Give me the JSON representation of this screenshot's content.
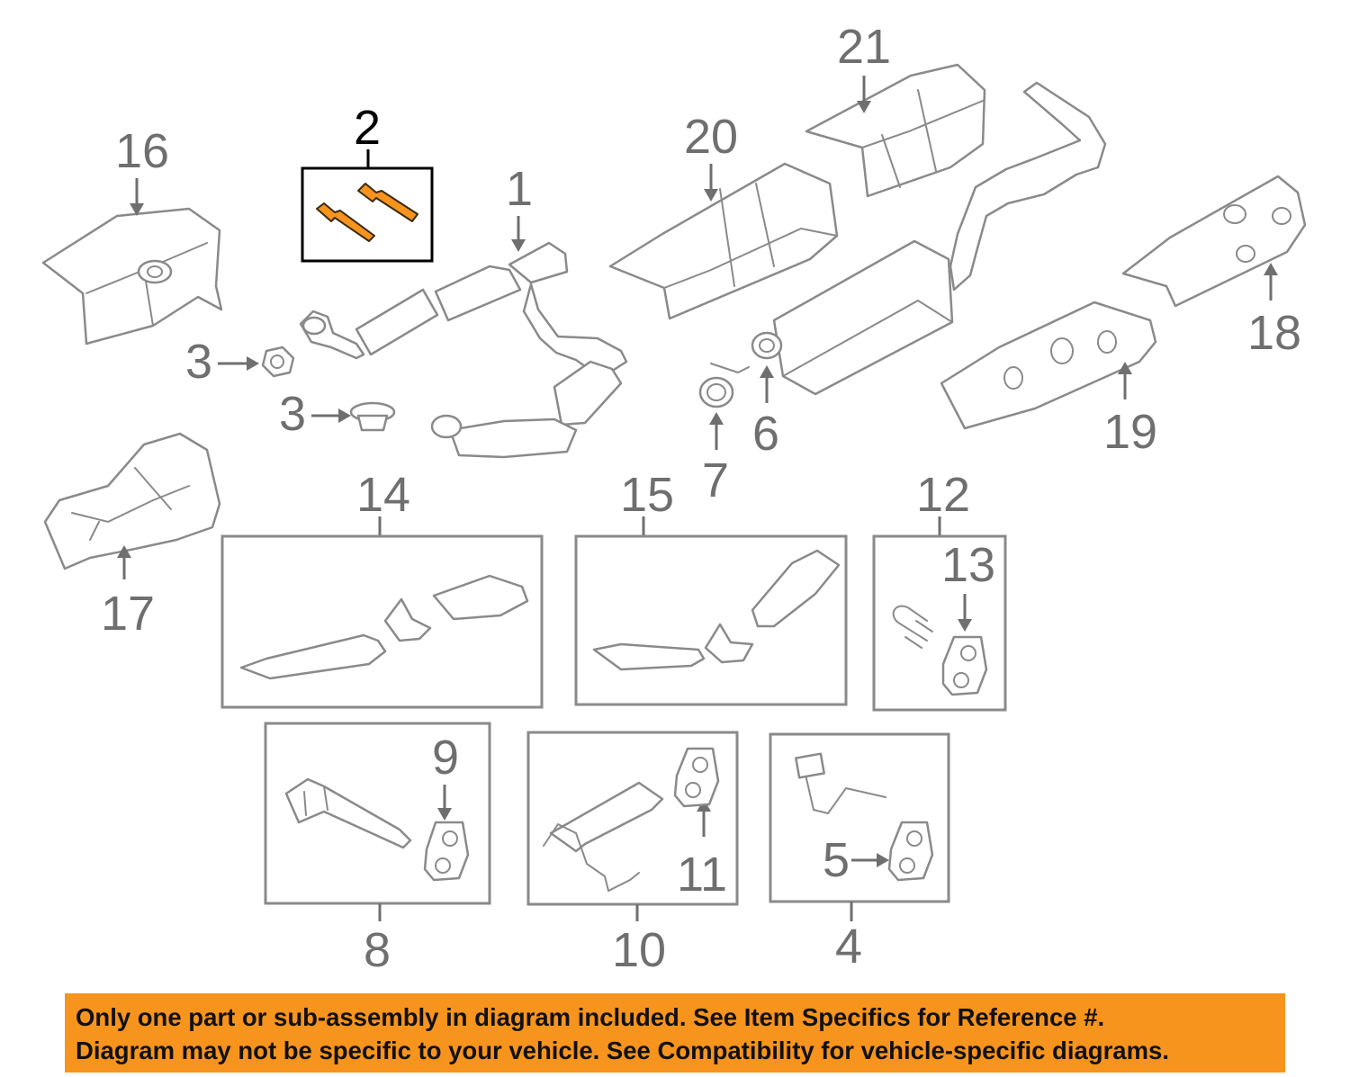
{
  "callouts": {
    "c1": "1",
    "c2": "2",
    "c3a": "3",
    "c3b": "3",
    "c4": "4",
    "c5": "5",
    "c6": "6",
    "c7": "7",
    "c8": "8",
    "c9": "9",
    "c10": "10",
    "c11": "11",
    "c12": "12",
    "c13": "13",
    "c14": "14",
    "c15": "15",
    "c16": "16",
    "c17": "17",
    "c18": "18",
    "c19": "19",
    "c20": "20",
    "c21": "21"
  },
  "notice": {
    "line1": "Only one part or sub-assembly in diagram included. See Item Specifics for Reference #.",
    "line2": "Diagram may not be specific to your vehicle. See Compatibility for vehicle-specific diagrams."
  },
  "colors": {
    "highlight": "#f7941d",
    "line": "#8a8a8a",
    "text": "#6f6f6f"
  }
}
